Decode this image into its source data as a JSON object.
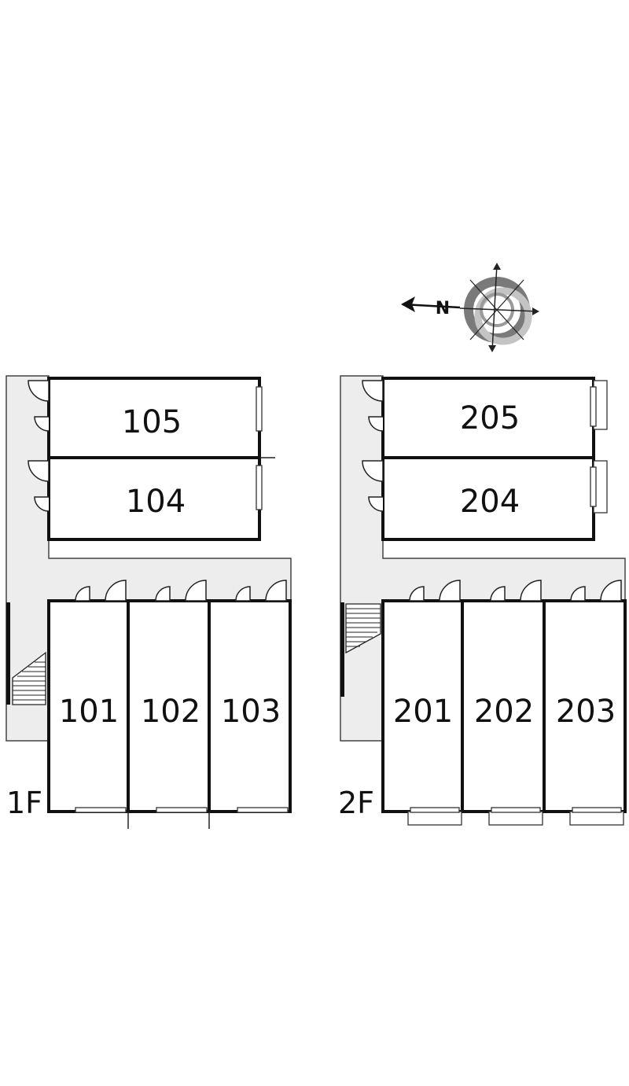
{
  "floors": [
    {
      "label": "1F",
      "units": [
        "101",
        "102",
        "103",
        "104",
        "105"
      ]
    },
    {
      "label": "2F",
      "units": [
        "201",
        "202",
        "203",
        "204",
        "205"
      ]
    }
  ],
  "compass": {
    "north_letter": "N"
  },
  "colors": {
    "corridor": "#ededed",
    "wall": "#111111",
    "compass_ring_dark": "#7a7a7a",
    "compass_ring_light": "#c4c4c4"
  },
  "icons": [
    "compass-icon",
    "stair-icon",
    "door-icon",
    "window-icon"
  ]
}
